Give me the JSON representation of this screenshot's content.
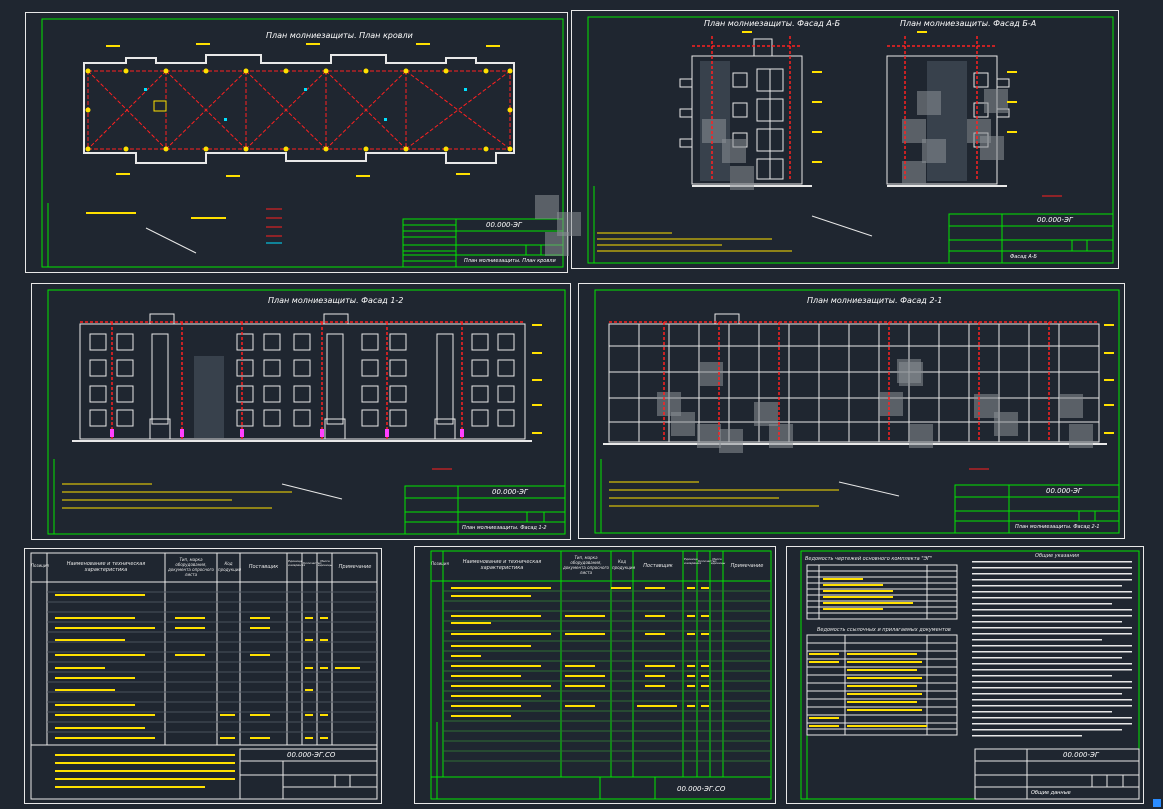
{
  "sheets": {
    "roof": {
      "title": "План молниезащиты. План кровли",
      "code": "00.000-ЭГ",
      "name": "План молниезащиты. План кровли"
    },
    "facade_ab": {
      "title_a": "План молниезащиты. Фасад А-Б",
      "title_b": "План молниезащиты. Фасад Б-А",
      "code": "00.000-ЭГ",
      "name": "Фасад А-Б"
    },
    "facade_12": {
      "title": "План молниезащиты. Фасад 1-2",
      "code": "00.000-ЭГ",
      "name": "План молниезащиты. Фасад 1-2"
    },
    "facade_21": {
      "title": "План молниезащиты. Фасад 2-1",
      "code": "00.000-ЭГ",
      "name": "План молниезащиты. Фасад 2-1"
    },
    "spec1": {
      "headers": [
        "Позиция",
        "Наименование и техническая характеристика",
        "Тип, марка оборудования, документа опросного листа",
        "Код продукции",
        "Поставщик",
        "Единица измерения",
        "Количество",
        "Масса единицы",
        "Примечание"
      ],
      "code": "00.000-ЭГ.СО"
    },
    "spec2": {
      "headers": [
        "Позиция",
        "Наименование и техническая характеристика",
        "Тип, марка оборудования, документа опросного листа",
        "Код продукции",
        "Поставщик",
        "Единица измерения",
        "Количество",
        "Масса единицы",
        "Примечание"
      ],
      "code": "00.000-ЭГ.СО"
    },
    "general": {
      "title1": "Ведомость чертежей основного комплекта \"ЭГ\"",
      "title2": "Ведомость ссылочных и прилагаемых документов",
      "title3": "Общие указания",
      "code": "00.000-ЭГ",
      "name": "Общие данные"
    }
  },
  "colors": {
    "background": "#1f2630",
    "border": "#e8e8e8",
    "frame": "#00e600",
    "red": "#ff2020",
    "yellow": "#ffe000",
    "white": "#ffffff"
  }
}
